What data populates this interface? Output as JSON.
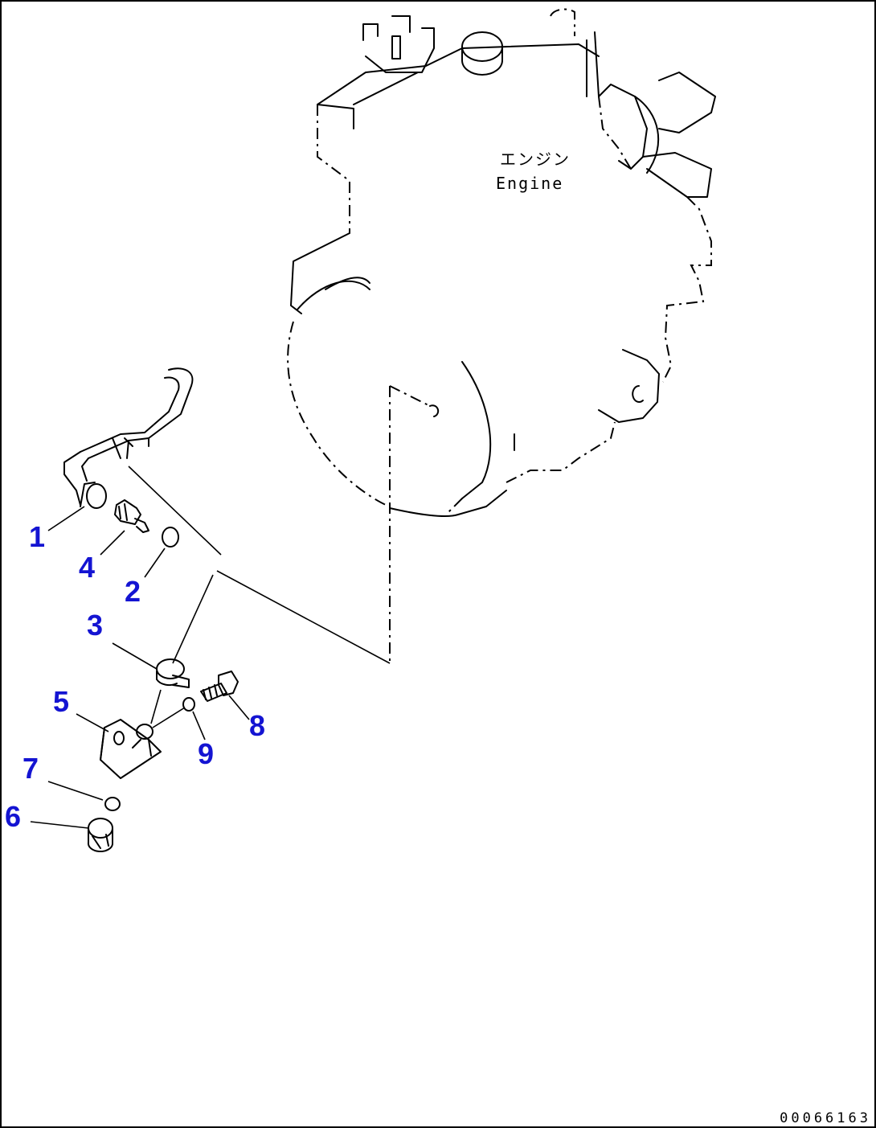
{
  "engine": {
    "label_ja": "エンジン",
    "label_en": "Engine"
  },
  "callouts": [
    "1",
    "2",
    "3",
    "4",
    "5",
    "6",
    "7",
    "8",
    "9"
  ],
  "document_id": "00066163"
}
